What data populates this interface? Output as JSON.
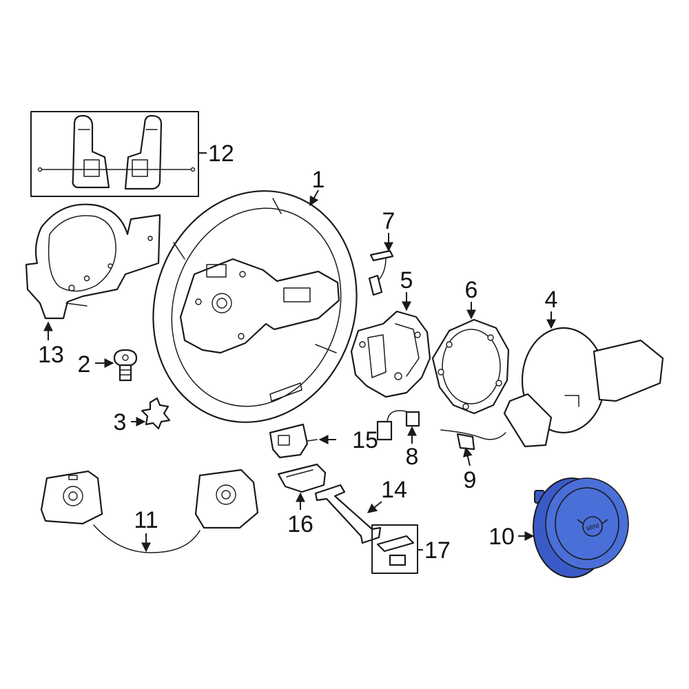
{
  "callouts": {
    "c1": "1",
    "c2": "2",
    "c3": "3",
    "c4": "4",
    "c5": "5",
    "c6": "6",
    "c7": "7",
    "c8": "8",
    "c9": "9",
    "c10": "10",
    "c11": "11",
    "c12": "12",
    "c13": "13",
    "c14": "14",
    "c15": "15",
    "c16": "16",
    "c17": "17"
  },
  "highlight": {
    "part": "10",
    "color": "#3a5bc7",
    "face_color": "#4a6fd8",
    "logo_text": "MINI"
  }
}
